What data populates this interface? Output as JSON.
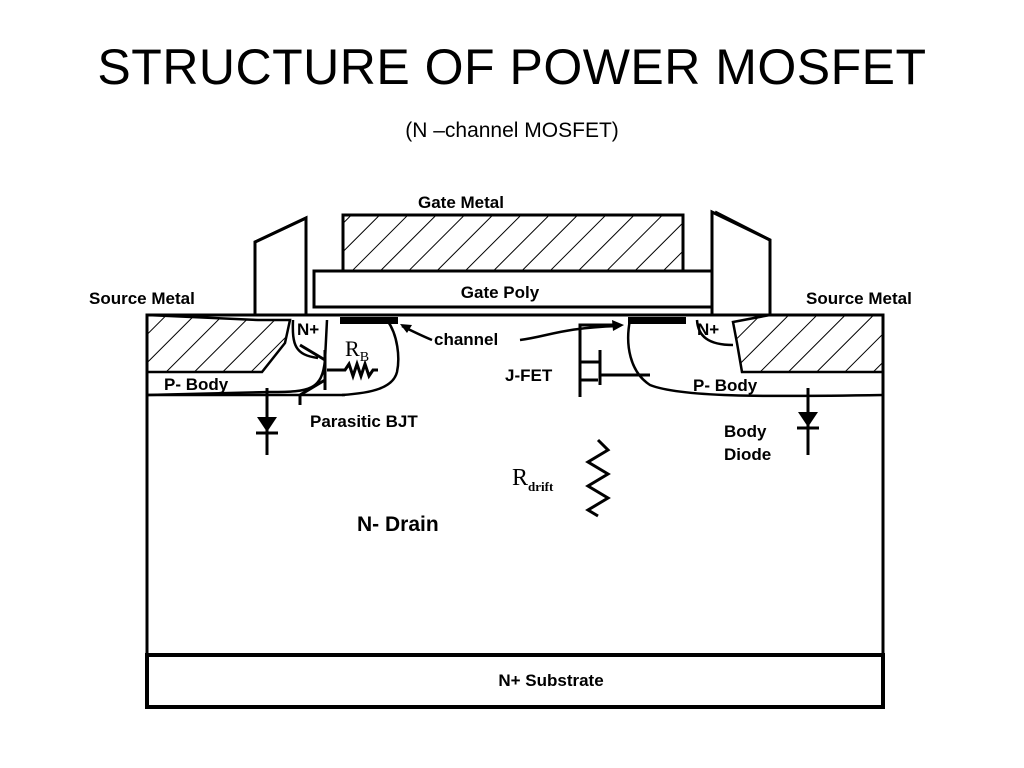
{
  "title": "STRUCTURE OF POWER MOSFET",
  "subtitle": "(N –channel MOSFET)",
  "labels": {
    "gate_metal": "Gate Metal",
    "gate_poly": "Gate Poly",
    "source_metal_left": "Source Metal",
    "source_metal_right": "Source Metal",
    "n_plus_left": "N+",
    "n_plus_right": "N+",
    "rb_main": "R",
    "rb_sub": "B",
    "channel": "channel",
    "jfet": "J-FET",
    "p_body_left": "P- Body",
    "p_body_right": "P- Body",
    "parasitic_bjt": "Parasitic BJT",
    "body_diode_line1": "Body",
    "body_diode_line2": "Diode",
    "rdrift_main": "R",
    "rdrift_sub": "drift",
    "n_drain": "N- Drain",
    "n_substrate": "N+ Substrate"
  },
  "colors": {
    "ink": "#000000",
    "background": "#ffffff"
  }
}
